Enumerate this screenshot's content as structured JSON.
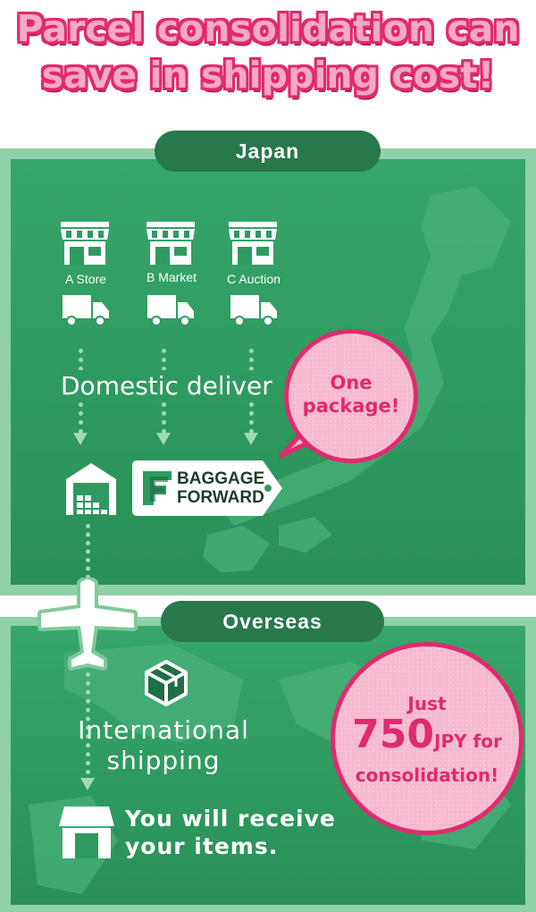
{
  "title": {
    "line1": "Parcel consolidation can",
    "line2": "save in shipping cost!"
  },
  "japan": {
    "pill": "Japan",
    "stores": [
      {
        "label": "A Store"
      },
      {
        "label": "B Market"
      },
      {
        "label": "C Auction"
      }
    ],
    "domestic_label": "Domestic deliver",
    "bubble": {
      "line1": "One",
      "line2": "package!"
    },
    "brand": {
      "line1": "BAGGAGE",
      "line2": "FORWARD"
    }
  },
  "overseas": {
    "pill": "Overseas",
    "intl_line1": "International",
    "intl_line2": "shipping",
    "receive_line1": "You will receive",
    "receive_line2": "your items.",
    "bubble": {
      "just": "Just",
      "amount": "750",
      "unit": "JPY for",
      "line2": "consolidation!"
    }
  },
  "icons": {
    "store": "store-icon",
    "truck": "truck-icon",
    "warehouse": "warehouse-icon",
    "plane": "airplane-icon",
    "box": "box-icon",
    "receiver": "receiver-store-icon"
  },
  "colors": {
    "green_dark": "#27784a",
    "green_panel": "#2f9a60",
    "green_light": "#8fd1a8",
    "pink": "#e02a6f",
    "pink_light": "#f6b9cf"
  }
}
